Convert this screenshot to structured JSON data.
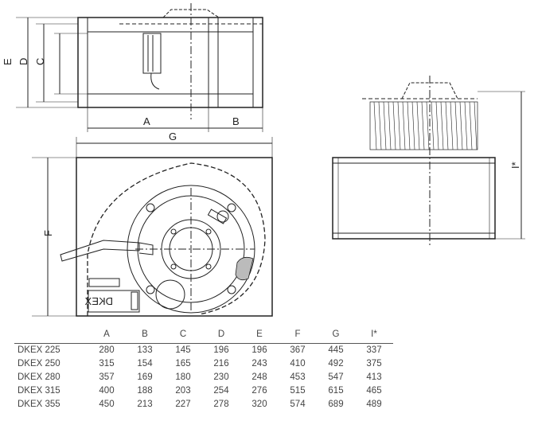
{
  "drawing": {
    "dimension_labels": {
      "A": "A",
      "B": "B",
      "C": "C",
      "D": "D",
      "E": "E",
      "F": "F",
      "G": "G",
      "I": "I*"
    },
    "nameplate_text": "DKEX"
  },
  "table": {
    "headers": [
      "A",
      "B",
      "C",
      "D",
      "E",
      "F",
      "G",
      "I*"
    ],
    "rows": [
      {
        "model": "DKEX 225",
        "values": [
          "280",
          "133",
          "145",
          "196",
          "196",
          "367",
          "445",
          "337"
        ]
      },
      {
        "model": "DKEX 250",
        "values": [
          "315",
          "154",
          "165",
          "216",
          "243",
          "410",
          "492",
          "375"
        ]
      },
      {
        "model": "DKEX 280",
        "values": [
          "357",
          "169",
          "180",
          "230",
          "248",
          "453",
          "547",
          "413"
        ]
      },
      {
        "model": "DKEX 315",
        "values": [
          "400",
          "188",
          "203",
          "254",
          "276",
          "515",
          "615",
          "465"
        ]
      },
      {
        "model": "DKEX 355",
        "values": [
          "450",
          "213",
          "227",
          "278",
          "320",
          "574",
          "689",
          "489"
        ]
      }
    ]
  }
}
